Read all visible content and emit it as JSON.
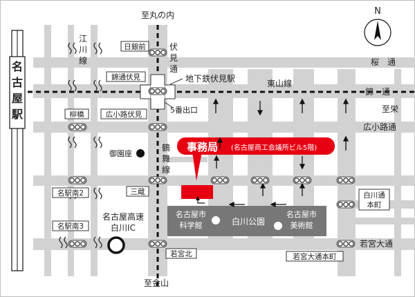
{
  "map": {
    "north_label": "N",
    "station": "名古屋駅",
    "labels": {
      "to_marunouchi": "至丸の内",
      "to_kanayama": "至金山",
      "to_sakae": "至栄",
      "fushimi_dori": "伏見通",
      "egawa_sen": "江川線",
      "tsurumai_sen": "鶴舞線",
      "subway_fushimi": "地下鉄伏見駅",
      "higashiyama_sen": "東山線",
      "exit5": "5番出口",
      "sakura_dori": "桜　通",
      "nishiki_dori": "錦　通",
      "hirokoji_dori": "広小路通",
      "misonoza": "御園座",
      "highway": "名古屋高速",
      "highway_ic": "白川IC",
      "shirakawa_park": "白川公園",
      "science_museum": "名古屋市科学館",
      "art_museum": "名古屋市美術館",
      "wakamiya_odori": "若宮大通"
    },
    "boxed": {
      "nichigin_mae": "日銀前",
      "nishiki_fushimi": "錦通伏見",
      "yanagibashi": "柳橋",
      "hirokoji_fushimi": "広小路伏見",
      "meieki_minami2": "名駅南2",
      "sanzo": "三蔵",
      "meieki_minami3": "名駅南3",
      "wakamiya_kita": "若宮北",
      "wakamiya_honmachi": "若宮大通本町",
      "shirakawa_honmachi": "白川通本町"
    },
    "office": {
      "name": "事務局",
      "detail": "(名古屋商工会議所ビル5階)",
      "marker_color": "#e60012"
    },
    "colors": {
      "road": "#d2d2d2",
      "park_block": "#777777",
      "subway_line": "#111111",
      "accent_red": "#e60012"
    }
  }
}
